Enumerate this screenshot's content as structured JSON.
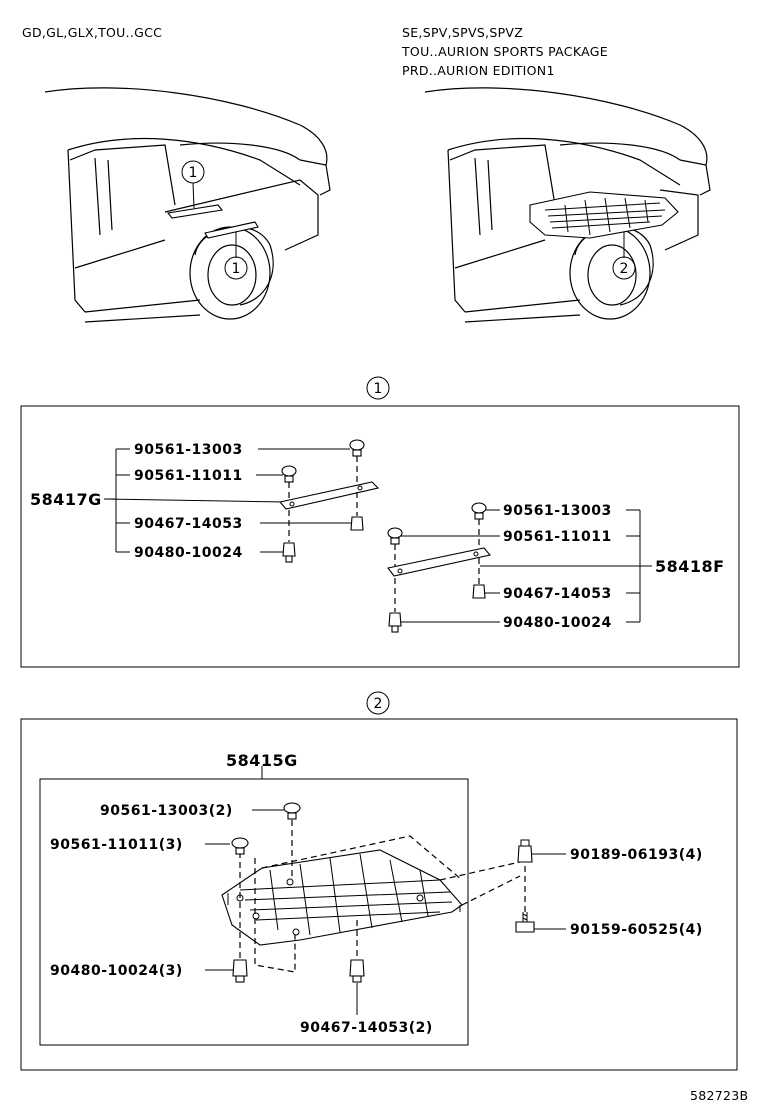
{
  "header": {
    "left_variants": "GD,GL,GLX,TOU..GCC",
    "right_variants": [
      "SE,SPV,SPVS,SPVZ",
      "TOU..AURION SPORTS PACKAGE",
      "PRD..AURION EDITION1"
    ]
  },
  "callouts": {
    "one": "1",
    "two": "2"
  },
  "section1": {
    "assembly_left": "58417G",
    "assembly_right": "58418F",
    "left_parts": [
      "90561-13003",
      "90561-11011",
      "90467-14053",
      "90480-10024"
    ],
    "right_parts": [
      "90561-13003",
      "90561-11011",
      "90467-14053",
      "90480-10024"
    ]
  },
  "section2": {
    "assembly": "58415G",
    "parts": {
      "p1": "90561-13003(2)",
      "p2": "90561-11011(3)",
      "p3": "90480-10024(3)",
      "p4": "90467-14053(2)",
      "p5": "90189-06193(4)",
      "p6": "90159-60525(4)"
    }
  },
  "diagram_id": "582723B"
}
